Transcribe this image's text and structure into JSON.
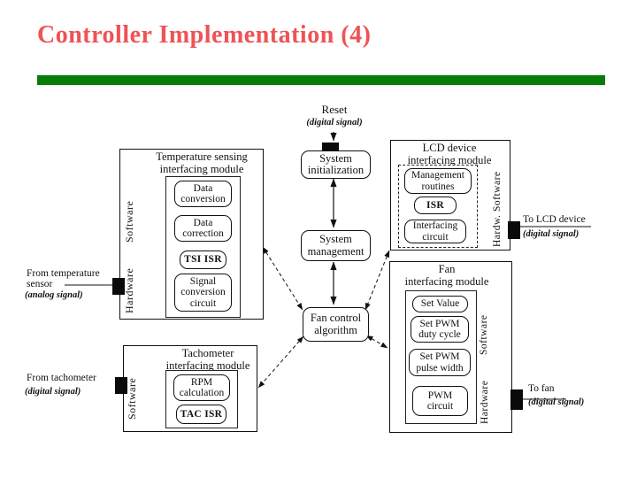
{
  "slide": {
    "title": "Controller Implementation (4)",
    "title_color": "#ee5355",
    "bar_color": "#077d07",
    "line_color": "#111111"
  },
  "nodes": {
    "reset": {
      "label": "Reset",
      "signal": "(digital signal)"
    },
    "system_init": {
      "label": "System\ninitialization"
    },
    "system_mgmt": {
      "label": "System\nmanagement"
    },
    "fan_control": {
      "label": "Fan control\nalgorithm"
    }
  },
  "modules": {
    "temperature": {
      "title": "Temperature sensing\ninterfacing module",
      "software_label": "Software",
      "hardware_label": "Hardware",
      "boxes": {
        "data_conversion": "Data\nconversion",
        "data_correction": "Data\ncorrection",
        "tsi_isr": "TSI ISR",
        "signal_conversion": "Signal\nconversion\ncircuit"
      }
    },
    "tachometer": {
      "title": "Tachometer\ninterfacing module",
      "software_label": "Software",
      "boxes": {
        "rpm_calculation": "RPM\ncalculation",
        "tac_isr": "TAC ISR"
      }
    },
    "lcd": {
      "title": "LCD device\ninterfacing module",
      "software_label": "Software",
      "hardware_label": "Hardw.",
      "boxes": {
        "management_routines": "Management\nroutines",
        "isr": "ISR",
        "interfacing_circuit": "Interfacing\ncircuit"
      }
    },
    "fan": {
      "title": "Fan\ninterfacing module",
      "software_label": "Software",
      "hardware_label": "Hardware",
      "boxes": {
        "set_value": "Set Value",
        "set_pwm_duty": "Set PWM\nduty cycle",
        "set_pwm_pulse": "Set PWM\npulse width",
        "pwm_circuit": "PWM\ncircuit"
      }
    }
  },
  "io": {
    "from_temperature": {
      "label": "From temperature\nsensor",
      "signal": "(analog signal)"
    },
    "from_tachometer": {
      "label": "From tachometer",
      "signal": "(digital signal)"
    },
    "to_lcd": {
      "label": "To LCD device",
      "signal": "(digital signal)"
    },
    "to_fan": {
      "label": "To fan",
      "signal": "(digital signal)"
    }
  }
}
